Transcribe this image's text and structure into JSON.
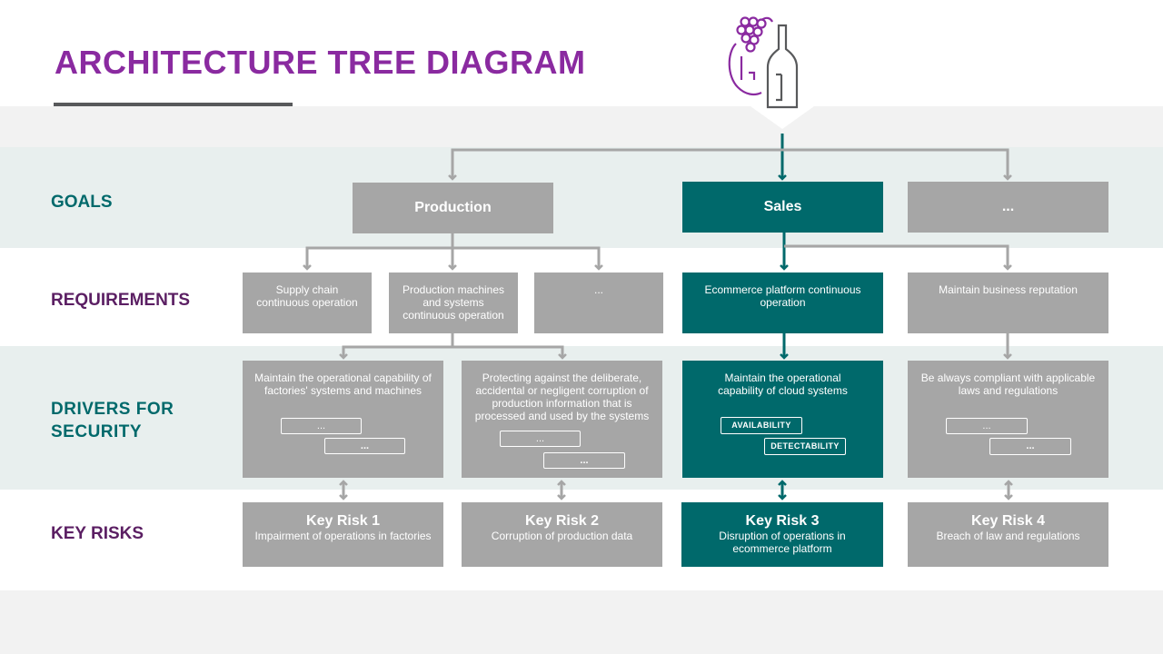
{
  "title": "ARCHITECTURE TREE DIAGRAM",
  "colors": {
    "accent_purple": "#8a2aa0",
    "teal": "#00696b",
    "gray_box": "#a6a6a6",
    "band": "#e8efee",
    "label_teal": "#00696b",
    "label_purple": "#5b1f63"
  },
  "logo": {
    "icon": "wine-grapes-icon"
  },
  "rows": {
    "goals": "GOALS",
    "requirements": "REQUIREMENTS",
    "drivers": "DRIVERS FOR\nSECURITY",
    "risks": "KEY RISKS"
  },
  "goals": [
    {
      "label": "Production"
    },
    {
      "label": "Sales"
    },
    {
      "label": "..."
    }
  ],
  "requirements": [
    {
      "text": "Supply chain continuous operation"
    },
    {
      "text": "Production machines and systems continuous operation"
    },
    {
      "text": "..."
    },
    {
      "text": "Ecommerce platform continuous operation"
    },
    {
      "text": "Maintain business reputation"
    }
  ],
  "drivers": [
    {
      "text": "Maintain the operational capability of factories' systems and machines",
      "pills": [
        "...",
        "..."
      ]
    },
    {
      "text": "Protecting against the deliberate, accidental or negligent corruption of production information that is processed and used by the systems",
      "pills": [
        "...",
        "..."
      ]
    },
    {
      "text": "Maintain the operational capability of cloud systems",
      "pills": [
        "AVAILABILITY",
        "DETECTABILITY"
      ]
    },
    {
      "text": "Be always compliant with applicable laws and regulations",
      "pills": [
        "...",
        "..."
      ]
    }
  ],
  "risks": [
    {
      "title": "Key Risk 1",
      "desc": "Impairment of operations in factories"
    },
    {
      "title": "Key Risk 2",
      "desc": "Corruption of production data"
    },
    {
      "title": "Key Risk 3",
      "desc": "Disruption of operations in ecommerce platform"
    },
    {
      "title": "Key Risk 4",
      "desc": "Breach of law and regulations"
    }
  ]
}
